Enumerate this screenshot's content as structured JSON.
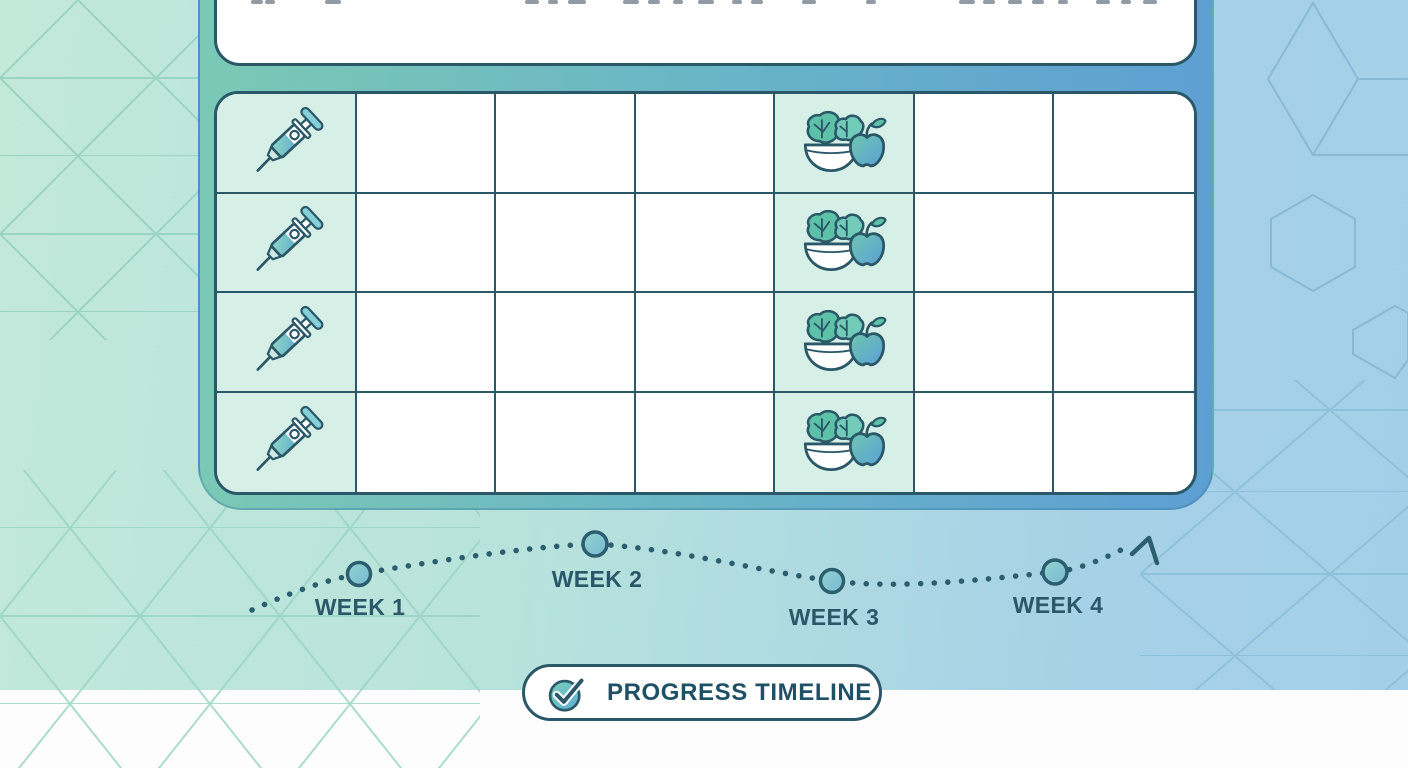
{
  "background": {
    "gradient_left": "#c2e9da",
    "gradient_right": "#a3cfe8",
    "bottom_band_color": "#fcfdfc"
  },
  "palette": {
    "ink": "#2a5868",
    "frame_teal": "#7bc9b5",
    "frame_blue": "#5d9fd3",
    "cell_tint": "#d7f0e7",
    "icon_teal": "#5dc1a8",
    "icon_blue": "#5f9fd6"
  },
  "planner": {
    "columns": 7,
    "rows": [
      {
        "cells": [
          "syringe",
          "",
          "",
          "",
          "salad",
          "",
          ""
        ]
      },
      {
        "cells": [
          "syringe",
          "",
          "",
          "",
          "salad",
          "",
          ""
        ]
      },
      {
        "cells": [
          "syringe",
          "",
          "",
          "",
          "salad",
          "",
          ""
        ]
      },
      {
        "cells": [
          "syringe",
          "",
          "",
          "",
          "salad",
          "",
          ""
        ]
      }
    ],
    "icon_names": {
      "syringe": "syringe-icon",
      "salad": "salad-bowl-apple-icon"
    }
  },
  "timeline": {
    "milestones": [
      {
        "label": "WEEK 1"
      },
      {
        "label": "WEEK 2"
      },
      {
        "label": "WEEK 3"
      },
      {
        "label": "WEEK 4"
      }
    ]
  },
  "badge": {
    "label": "PROGRESS TIMELINE",
    "icon": "check-circle-icon"
  }
}
